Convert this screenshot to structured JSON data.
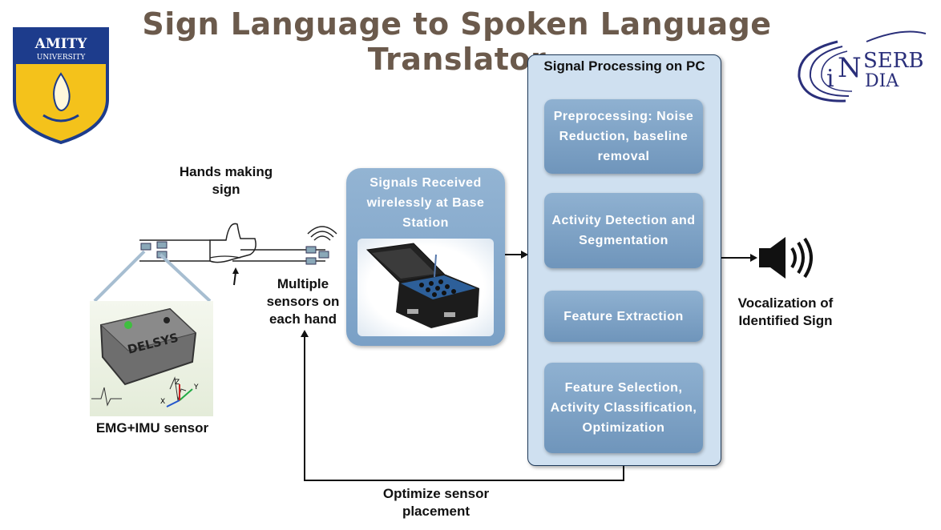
{
  "title": "Sign Language to Spoken Language Translator",
  "logos": {
    "amity": "AMITY UNIVERSITY",
    "inserb_line1": "SERB",
    "inserb_i": "i",
    "inserb_n": "N",
    "inserb_line2": "DIA"
  },
  "labels": {
    "hands": "Hands making sign",
    "multiple_sensors": "Multiple sensors on each hand",
    "emg_imu": "EMG+IMU sensor",
    "vocalization": "Vocalization of Identified Sign",
    "optimize": "Optimize sensor placement",
    "base_station": "Signals Received wirelessly at Base Station",
    "sensor_brand": "DELSYS",
    "axis_x": "X",
    "axis_y": "Y",
    "axis_z": "Z"
  },
  "processing": {
    "title": "Signal Processing on PC",
    "steps": [
      "Preprocessing: Noise Reduction, baseline removal",
      "Activity Detection and Segmentation",
      "Feature Extraction",
      "Feature Selection, Activity Classification, Optimization"
    ]
  },
  "colors": {
    "title": "#6b5a4c",
    "panel": "#cfe0f0",
    "box": "#7aa0c6",
    "amity_shield": "#1d3c8c",
    "amity_gold": "#f4c21b",
    "serb": "#2a2f7a"
  }
}
